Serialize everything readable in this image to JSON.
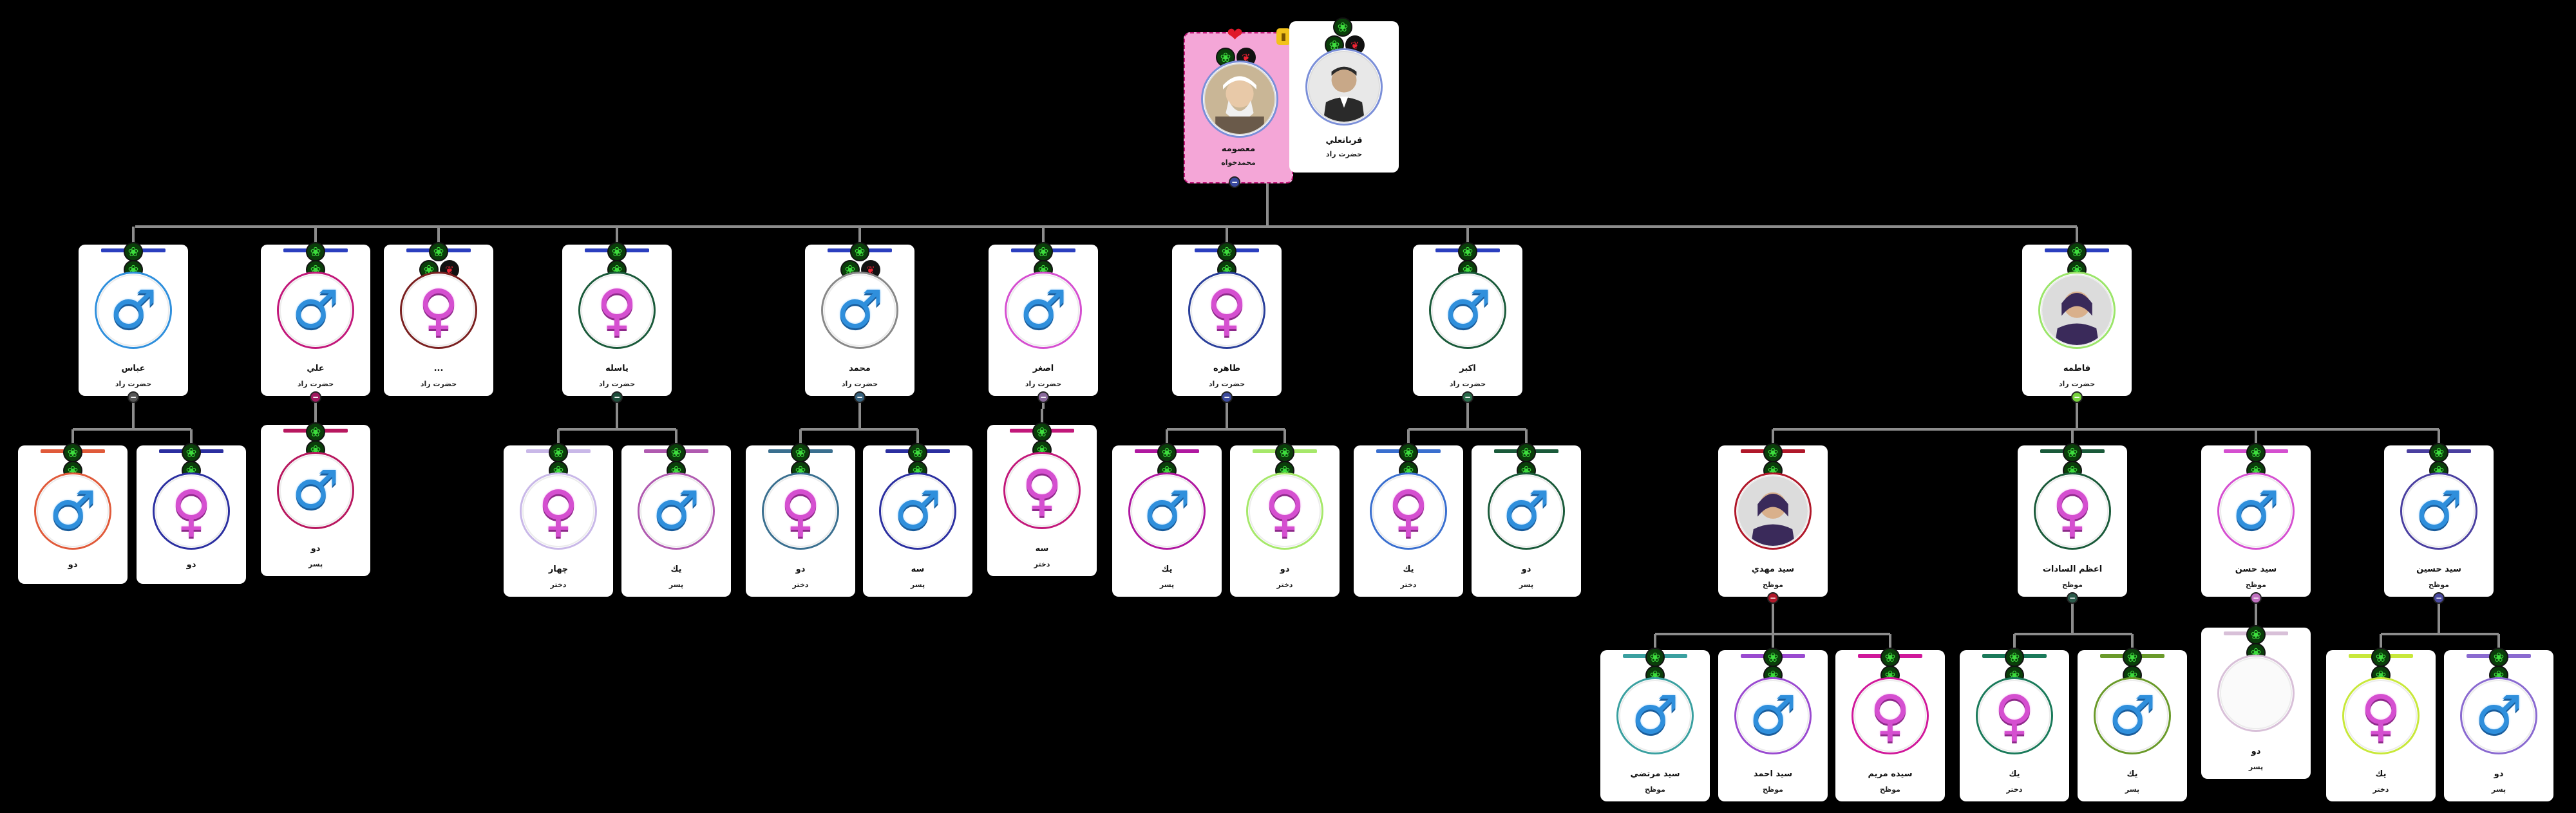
{
  "colors": {
    "line": "#8c8c8c",
    "badge": "#0a3d0a",
    "badge_glyph": "#3ddc3d",
    "male": "#2f8fdc",
    "female": "#d54fd0"
  },
  "root": {
    "mother": {
      "name": "معصومه",
      "sub": "محمدخواه",
      "icon": "portrait-photo",
      "heart_icon": "heart-icon",
      "lock_icon": "lock-icon",
      "toggle": "−"
    },
    "father": {
      "name": "قربانعلي",
      "sub": "حضرت راد",
      "icon": "portrait-photo"
    }
  },
  "children": [
    {
      "id": "c1",
      "name": "عباس",
      "sub": "حضرت راد",
      "gender": "male",
      "strip": "#2b3fbf",
      "ring": "#2f8fdc",
      "toggle": "−",
      "toggle_color": "#555"
    },
    {
      "id": "c2",
      "name": "علي",
      "sub": "حضرت راد",
      "gender": "male",
      "strip": "#2b3fbf",
      "ring": "#c2187a",
      "toggle": "−",
      "toggle_color": "#a0185f"
    },
    {
      "id": "c3",
      "name": "...",
      "sub": "حضرت راد",
      "gender": "female",
      "strip": "#2b3fbf",
      "ring": "#7a2020"
    },
    {
      "id": "c4",
      "name": "ياسله",
      "sub": "حضرت راد",
      "gender": "female",
      "strip": "#2b3fbf",
      "ring": "#1a5a3a",
      "toggle": "−",
      "toggle_color": "#1d4d3a"
    },
    {
      "id": "c5",
      "name": "محمد",
      "sub": "حضرت راد",
      "gender": "male",
      "strip": "#2b3fbf",
      "ring": "#888",
      "toggle": "−",
      "toggle_color": "#38637f"
    },
    {
      "id": "c6",
      "name": "اصغر",
      "sub": "حضرت راد",
      "gender": "male",
      "strip": "#2b3fbf",
      "ring": "#d54fd0",
      "toggle": "−",
      "toggle_color": "#8a6a9c"
    },
    {
      "id": "c7",
      "name": "طاهره",
      "sub": "حضرت راد",
      "gender": "female",
      "strip": "#2b3fbf",
      "ring": "#2a3f9a",
      "toggle": "−",
      "toggle_color": "#3b4a9c"
    },
    {
      "id": "c8",
      "name": "اكبر",
      "sub": "حضرت راد",
      "gender": "male",
      "strip": "#2b3fbf",
      "ring": "#1a5a3a",
      "toggle": "−",
      "toggle_color": "#2a6b4a"
    },
    {
      "id": "c9",
      "name": "فاطمه",
      "sub": "حضرت راد",
      "gender": "photo",
      "strip": "#2b3fbf",
      "ring": "#9be56a",
      "toggle": "−",
      "toggle_color": "#77d33c"
    }
  ],
  "grandchildren": [
    {
      "parent": "c1",
      "name": "دو",
      "sub": "",
      "gender": "male",
      "ring": "#e05a3a"
    },
    {
      "parent": "c1",
      "name": "دو",
      "sub": "",
      "gender": "female",
      "ring": "#2b2fa0"
    },
    {
      "parent": "c2",
      "name": "دو",
      "sub": "پسر",
      "gender": "male",
      "ring": "#b8185f"
    },
    {
      "parent": "c4",
      "name": "چهار",
      "sub": "دختر",
      "gender": "female",
      "ring": "#c9b8e8"
    },
    {
      "parent": "c4",
      "name": "يك",
      "sub": "پسر",
      "gender": "male",
      "ring": "#b05ab0"
    },
    {
      "parent": "c5",
      "name": "دو",
      "sub": "دختر",
      "gender": "female",
      "ring": "#3a6f8f"
    },
    {
      "parent": "c5",
      "name": "سه",
      "sub": "پسر",
      "gender": "male",
      "ring": "#2b2fa0"
    },
    {
      "parent": "c6",
      "name": "سه",
      "sub": "دختر",
      "gender": "female",
      "ring": "#c2187a"
    },
    {
      "parent": "c7",
      "name": "يك",
      "sub": "پسر",
      "gender": "male",
      "ring": "#b018a0"
    },
    {
      "parent": "c7",
      "name": "دو",
      "sub": "دختر",
      "gender": "female",
      "ring": "#a6e86a"
    },
    {
      "parent": "c8",
      "name": "يك",
      "sub": "دختر",
      "gender": "female",
      "ring": "#3a6fcf"
    },
    {
      "parent": "c8",
      "name": "دو",
      "sub": "پسر",
      "gender": "male",
      "ring": "#1a5a3a"
    },
    {
      "parent": "c9",
      "name": "سيد مهدي",
      "sub": "موظح",
      "gender": "photo",
      "ring": "#b0182a",
      "toggle": "−",
      "toggle_color": "#b0182a"
    },
    {
      "parent": "c9",
      "name": "اعظم السادات",
      "sub": "موظح",
      "gender": "female",
      "ring": "#1a5a3a",
      "toggle": "−",
      "toggle_color": "#2a5a4a"
    },
    {
      "parent": "c9",
      "name": "سيد حسن",
      "sub": "موظح",
      "gender": "male",
      "ring": "#d54fd0",
      "toggle": "−",
      "toggle_color": "#c070c0"
    },
    {
      "parent": "c9",
      "name": "سيد حسين",
      "sub": "موظح",
      "gender": "male",
      "ring": "#4a3fa0",
      "toggle": "−",
      "toggle_color": "#4a4aa0"
    }
  ],
  "great_grandchildren": [
    {
      "name": "سيد مرتضي",
      "sub": "موظح",
      "gender": "male",
      "ring": "#3aa0a0"
    },
    {
      "name": "سيد احمد",
      "sub": "موظح",
      "gender": "male",
      "ring": "#9a4ad0"
    },
    {
      "name": "سيده مريم",
      "sub": "موظح",
      "gender": "female",
      "ring": "#d0189a"
    },
    {
      "name": "يك",
      "sub": "دختر",
      "gender": "female",
      "ring": "#1a7a5a"
    },
    {
      "name": "يك",
      "sub": "پسر",
      "gender": "male",
      "ring": "#6a9a2a"
    },
    {
      "name": "دو",
      "sub": "پسر",
      "gender": "photo-blank",
      "ring": "#d8c0d8"
    },
    {
      "name": "يك",
      "sub": "دختر",
      "gender": "female",
      "ring": "#c8e83a"
    },
    {
      "name": "دو",
      "sub": "پسر",
      "gender": "male",
      "ring": "#8a6ad0"
    }
  ]
}
